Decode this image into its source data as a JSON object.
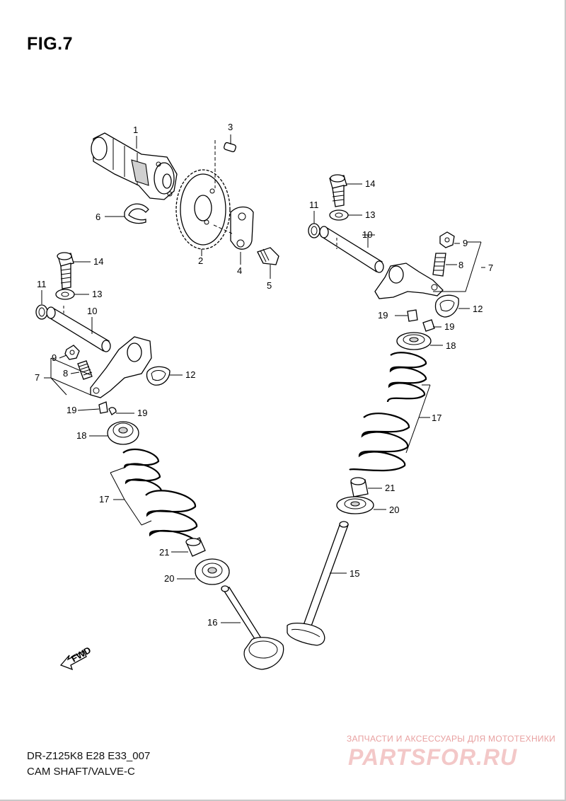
{
  "figure": {
    "title": "FIG.7",
    "model_code": "DR-Z125K8 E28 E33_007",
    "section_name": "CAM SHAFT/VALVE-C"
  },
  "callouts": {
    "c1": "1",
    "c2": "2",
    "c3": "3",
    "c4": "4",
    "c5": "5",
    "c6": "6",
    "l14": "14",
    "l13": "13",
    "l11": "11",
    "l10": "10",
    "l9": "9",
    "l8": "8",
    "l7": "7",
    "l12": "12",
    "l19a": "19",
    "l19b": "19",
    "l18": "18",
    "l17": "17",
    "l21": "21",
    "l20": "20",
    "l16": "16",
    "r14": "14",
    "r13": "13",
    "r11": "11",
    "r10": "10",
    "r9": "9",
    "r8": "8",
    "r7": "7",
    "r12": "12",
    "r19a": "19",
    "r19b": "19",
    "r18": "18",
    "r17": "17",
    "r21": "21",
    "r20": "20",
    "r15": "15"
  },
  "fwd_marker": "FWD",
  "watermark": {
    "tagline": "ЗАПЧАСТИ И АКСЕССУАРЫ ДЛЯ МОТОТЕХНИКИ",
    "logo": "PARTSFOR.RU"
  }
}
